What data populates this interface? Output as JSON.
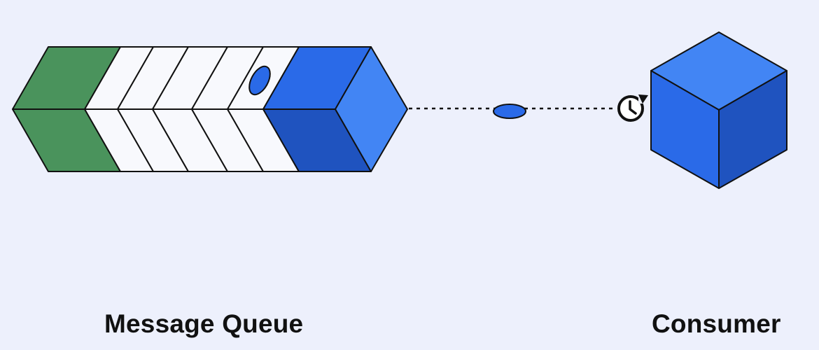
{
  "labels": {
    "queue": "Message Queue",
    "consumer": "Consumer"
  },
  "colors": {
    "background": "#edf0fc",
    "green": "#4a935c",
    "white_segment": "#f8f9fd",
    "blue_front_top": "#2a6ae8",
    "blue_front_bottom": "#1f53bf",
    "blue_side": "#4285f4",
    "outline": "#111111"
  },
  "icons": {
    "in_flight_message": "message-ellipse",
    "queued_message": "message-ellipse",
    "consumer_clock": "clock-refresh-icon"
  }
}
